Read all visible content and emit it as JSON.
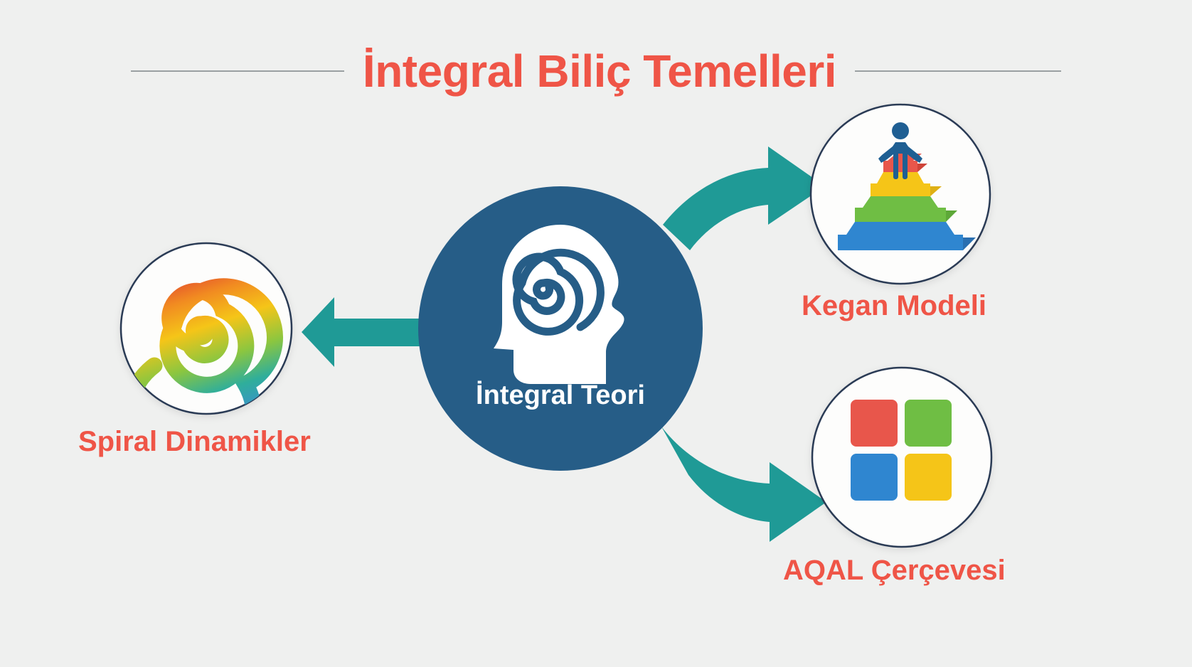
{
  "page": {
    "background_color": "#eff0ef",
    "title": "İntegral Biliç Temelleri",
    "title_color": "#ef5547",
    "rule_color": "#9aa0a2"
  },
  "center_node": {
    "label": "İntegral Teori",
    "icon": "head-spiral-brain-icon",
    "circle_color": "#265d87",
    "label_color": "#ffffff"
  },
  "arrows": {
    "color": "#1f9a96",
    "items": [
      {
        "name": "arrow-to-spiral-dinamikler",
        "direction": "left",
        "shape": "straight"
      },
      {
        "name": "arrow-to-kegan-modeli",
        "direction": "up-right",
        "shape": "curved"
      },
      {
        "name": "arrow-to-aqal-cercevesi",
        "direction": "down-right",
        "shape": "curved"
      }
    ]
  },
  "nodes": [
    {
      "id": "spiral",
      "label": "Spiral Dinamikler",
      "label_color": "#ef5547",
      "icon": "rainbow-spiral-icon",
      "circle_fill": "#fdfdfc",
      "circle_stroke": "#2b3a55",
      "icon_colors": [
        "#e03c31",
        "#f18b21",
        "#f5c518",
        "#8cc63f",
        "#2fae9b",
        "#3a8fd0",
        "#8e44ad"
      ]
    },
    {
      "id": "kegan",
      "label": "Kegan Modeli",
      "label_color": "#ef5547",
      "icon": "layered-pyramid-with-person-icon",
      "circle_fill": "#fdfdfc",
      "circle_stroke": "#2b3a55",
      "pyramid_tiers": [
        {
          "level": 4,
          "name": "top-tier",
          "color": "#e8564b"
        },
        {
          "level": 3,
          "name": "second-tier",
          "color": "#f5c518"
        },
        {
          "level": 2,
          "name": "third-tier",
          "color": "#6fbe44"
        },
        {
          "level": 1,
          "name": "base-tier",
          "color": "#2f86d0"
        }
      ],
      "figure_color": "#1f5f93"
    },
    {
      "id": "aqal",
      "label": "AQAL Çerçevesi",
      "label_color": "#ef5547",
      "icon": "four-quadrant-grid-icon",
      "circle_fill": "#fdfdfc",
      "circle_stroke": "#2b3a55",
      "quadrants": [
        {
          "position": "top-left",
          "color": "#e8564b"
        },
        {
          "position": "top-right",
          "color": "#6fbe44"
        },
        {
          "position": "bottom-left",
          "color": "#2f86d0"
        },
        {
          "position": "bottom-right",
          "color": "#f5c518"
        }
      ]
    }
  ]
}
